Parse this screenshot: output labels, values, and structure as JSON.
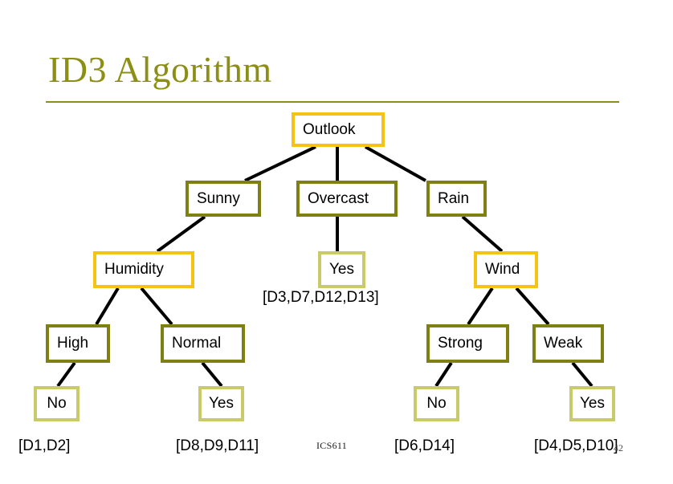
{
  "slide": {
    "title": "ID3 Algorithm",
    "footer_course": "ICS611",
    "page_number": "42",
    "colors": {
      "title": "#8c8f14",
      "rule": "#8c8f14",
      "border_gold": "#f5c313",
      "border_olive": "#7f8013",
      "border_khaki": "#c9cb6b",
      "connector": "#000000",
      "background": "#ffffff"
    }
  },
  "tree": {
    "type": "decision-tree",
    "root": "Outlook",
    "nodes": [
      {
        "id": "outlook",
        "label": "Outlook",
        "role": "attribute",
        "level": 0,
        "border": "gold"
      },
      {
        "id": "sunny",
        "label": "Sunny",
        "role": "branch",
        "level": 1,
        "border": "olive"
      },
      {
        "id": "overcast",
        "label": "Overcast",
        "role": "branch",
        "level": 1,
        "border": "olive"
      },
      {
        "id": "rain",
        "label": "Rain",
        "role": "branch",
        "level": 1,
        "border": "olive"
      },
      {
        "id": "humidity",
        "label": "Humidity",
        "role": "attribute",
        "level": 2,
        "border": "gold"
      },
      {
        "id": "yes-oc",
        "label": "Yes",
        "role": "leaf",
        "level": 2,
        "border": "khaki"
      },
      {
        "id": "wind",
        "label": "Wind",
        "role": "attribute",
        "level": 2,
        "border": "gold"
      },
      {
        "id": "high",
        "label": "High",
        "role": "branch",
        "level": 3,
        "border": "olive"
      },
      {
        "id": "normal",
        "label": "Normal",
        "role": "branch",
        "level": 3,
        "border": "olive"
      },
      {
        "id": "strong",
        "label": "Strong",
        "role": "branch",
        "level": 3,
        "border": "olive"
      },
      {
        "id": "weak",
        "label": "Weak",
        "role": "branch",
        "level": 3,
        "border": "olive"
      },
      {
        "id": "no-high",
        "label": "No",
        "role": "leaf",
        "level": 4,
        "border": "khaki"
      },
      {
        "id": "yes-norm",
        "label": "Yes",
        "role": "leaf",
        "level": 4,
        "border": "khaki"
      },
      {
        "id": "no-strong",
        "label": "No",
        "role": "leaf",
        "level": 4,
        "border": "khaki"
      },
      {
        "id": "yes-weak",
        "label": "Yes",
        "role": "leaf",
        "level": 4,
        "border": "khaki"
      }
    ],
    "edges": [
      {
        "from": "outlook",
        "to": "sunny"
      },
      {
        "from": "outlook",
        "to": "overcast"
      },
      {
        "from": "outlook",
        "to": "rain"
      },
      {
        "from": "sunny",
        "to": "humidity"
      },
      {
        "from": "overcast",
        "to": "yes-oc"
      },
      {
        "from": "rain",
        "to": "wind"
      },
      {
        "from": "humidity",
        "to": "high"
      },
      {
        "from": "humidity",
        "to": "normal"
      },
      {
        "from": "wind",
        "to": "strong"
      },
      {
        "from": "wind",
        "to": "weak"
      },
      {
        "from": "high",
        "to": "no-high"
      },
      {
        "from": "normal",
        "to": "yes-norm"
      },
      {
        "from": "strong",
        "to": "no-strong"
      },
      {
        "from": "weak",
        "to": "yes-weak"
      }
    ],
    "set_labels": [
      {
        "id": "set-overcast",
        "text": "[D3,D7,D12,D13]",
        "for": "yes-oc"
      },
      {
        "id": "set-no-high",
        "text": "[D1,D2]",
        "for": "no-high"
      },
      {
        "id": "set-yes-norm",
        "text": "[D8,D9,D11]",
        "for": "yes-norm"
      },
      {
        "id": "set-no-strong",
        "text": "[D6,D14]",
        "for": "no-strong"
      },
      {
        "id": "set-yes-weak",
        "text": "[D4,D5,D10]",
        "for": "yes-weak"
      }
    ]
  }
}
